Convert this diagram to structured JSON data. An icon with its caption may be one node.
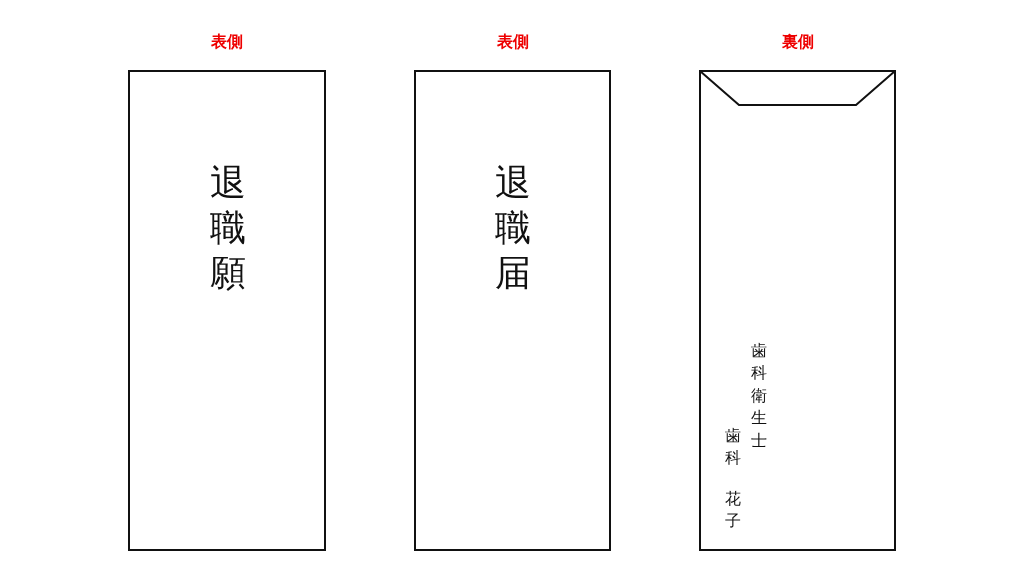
{
  "diagram": {
    "nodes": [
      {
        "text": [
          "表側",
          "退職願"
        ]
      },
      {
        "text": [
          "表側",
          "退職届"
        ]
      },
      {
        "text": [
          "裏側",
          "歯科衛生士",
          "歯科",
          "花子"
        ]
      }
    ]
  }
}
